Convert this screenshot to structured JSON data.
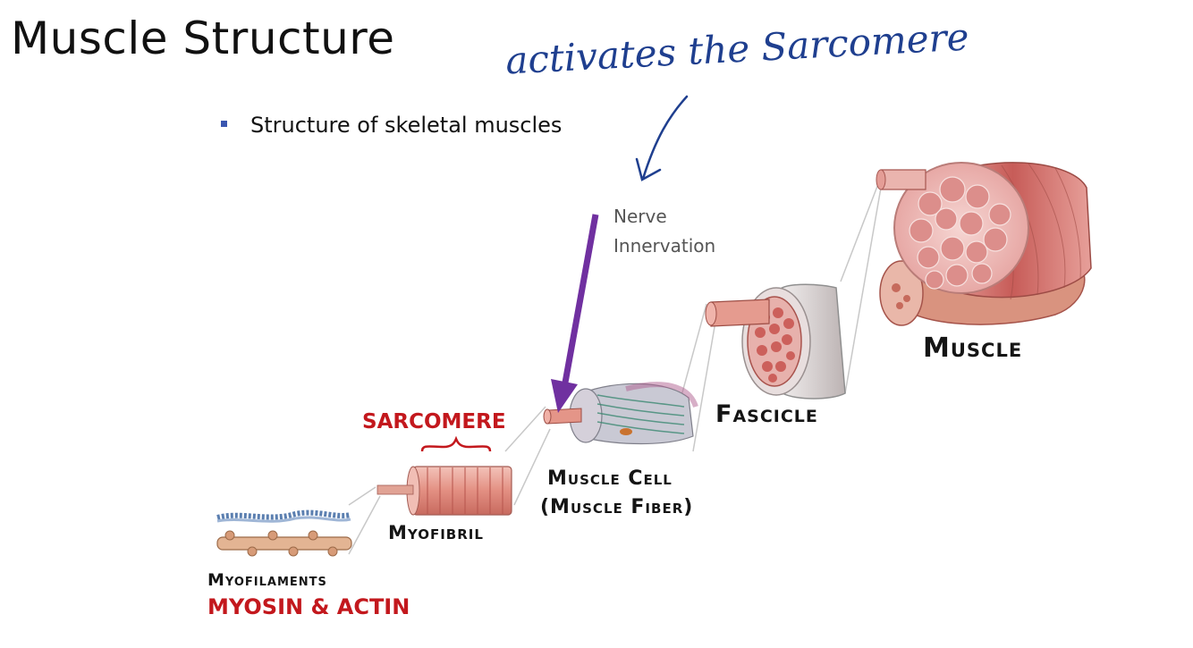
{
  "slide": {
    "title": "Muscle Structure",
    "bullet": "Structure of skeletal muscles",
    "handwritten_note": "activates the Sarcomere"
  },
  "diagram": {
    "labels": {
      "muscle": "Muscle",
      "fascicle": "Fascicle",
      "muscle_cell_line1": "Muscle Cell",
      "muscle_cell_line2": "(Muscle Fiber)",
      "myofibril": "Myofibril",
      "myofilaments": "Myofilaments",
      "myosin_actin": "MYOSIN & ACTIN",
      "sarcomere": "SARCOMERE",
      "nerve_line1": "Nerve",
      "nerve_line2": "Innervation"
    },
    "colors": {
      "muscle_red": "#c85a5a",
      "label_red": "#c3181d",
      "arrow_purple": "#7030a0",
      "ink_blue": "#1f3f8f"
    }
  }
}
